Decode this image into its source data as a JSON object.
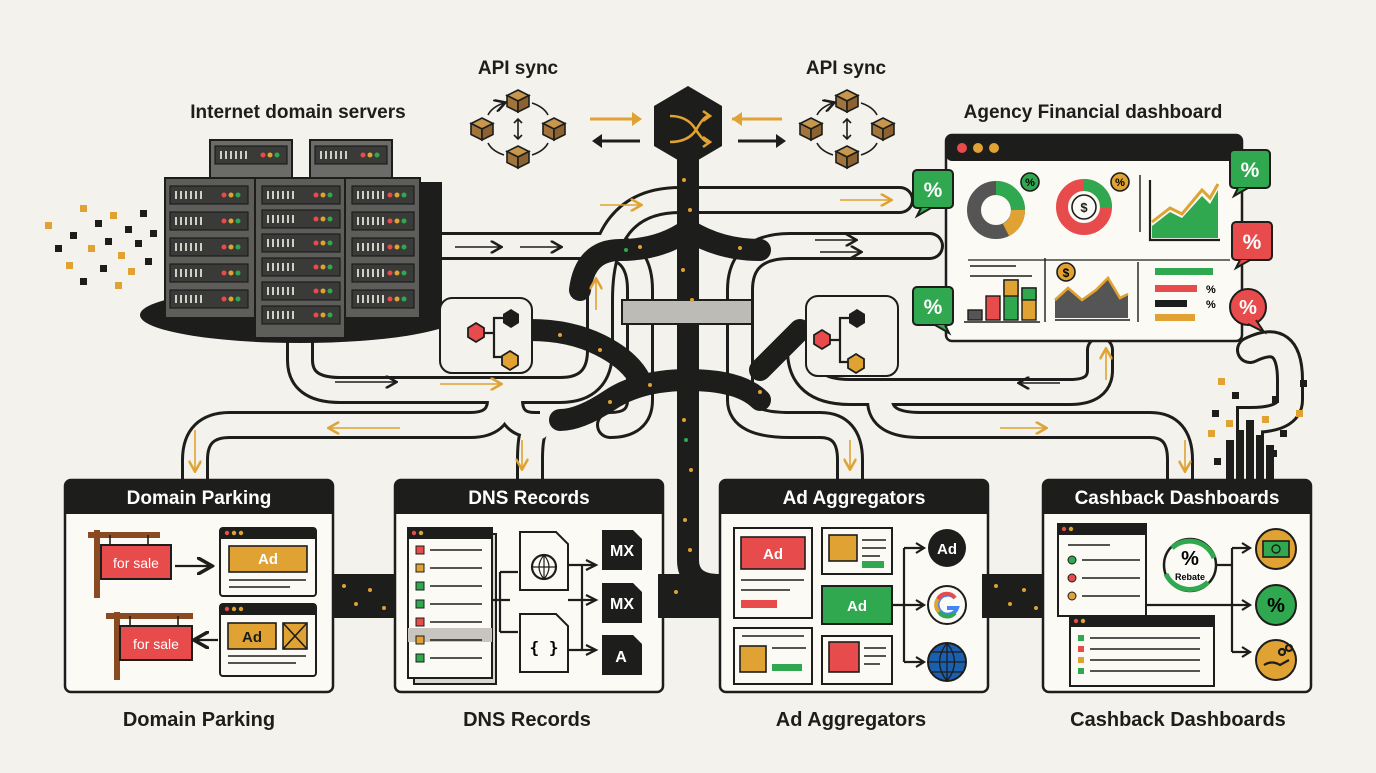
{
  "titles": {
    "servers": "Internet domain servers",
    "api_left": "API sync",
    "api_right": "API sync",
    "dashboard": "Agency Financial dashboard"
  },
  "panels": {
    "parking": {
      "header": "Domain Parking",
      "caption": "Domain Parking",
      "sign_1": "for sale",
      "sign_2": "for sale",
      "ad_1": "Ad",
      "ad_2": "Ad"
    },
    "dns": {
      "header": "DNS Records",
      "caption": "DNS Records",
      "rec_1": "MX",
      "rec_2": "MX",
      "rec_3": "A",
      "braces": "{ }"
    },
    "ads": {
      "header": "Ad Aggregators",
      "caption": "Ad Aggregators",
      "ad_1": "Ad",
      "ad_2": "Ad",
      "ad_badge": "Ad"
    },
    "cashback": {
      "header": "Cashback Dashboards",
      "caption": "Cashback Dashboards",
      "rebate": "Rebate",
      "pct": "%"
    }
  },
  "dashboard": {
    "pct": "%",
    "dollar": "$"
  },
  "colors": {
    "ink": "#1d1d1b",
    "accent": "#e0a232",
    "green": "#2fa84f",
    "red": "#e84b4b",
    "blue": "#1b5fb0",
    "paper": "#f3f2ec"
  },
  "icons": [
    "server-rack-icon",
    "shuffle-icon",
    "cube-cycle-icon",
    "pie-chart-icon",
    "bar-chart-icon",
    "globe-icon",
    "google-icon",
    "percent-icon",
    "money-icon",
    "hand-coins-icon",
    "sign-icon"
  ]
}
